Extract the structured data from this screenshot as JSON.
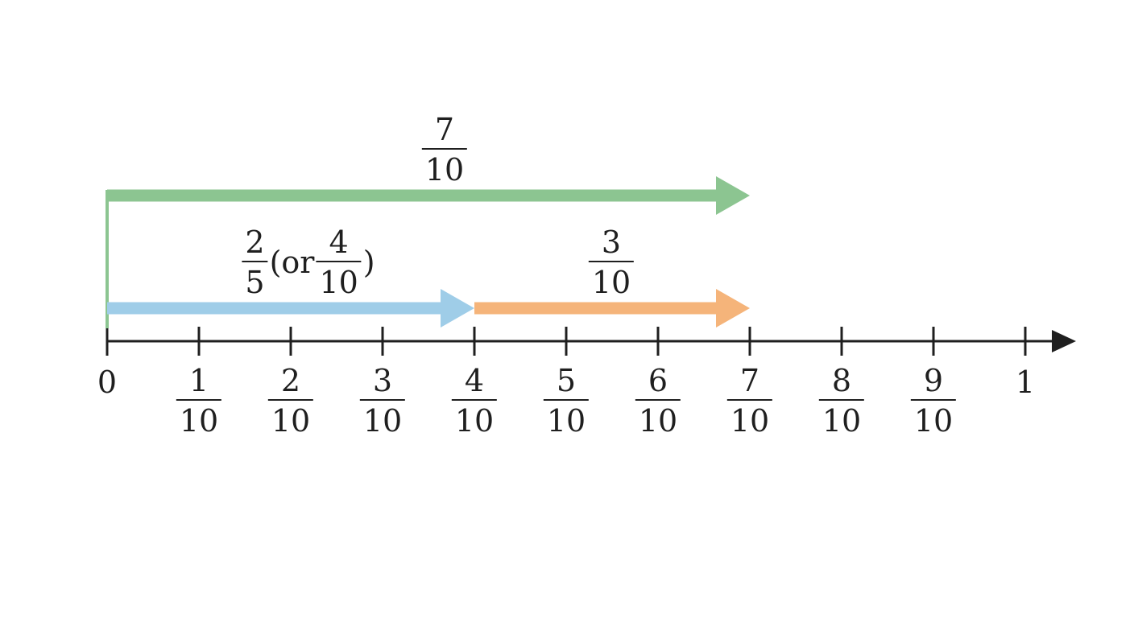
{
  "colors": {
    "axis": "#1f1f1f",
    "green": "#8cc591",
    "blue": "#9fcde8",
    "orange": "#f5b47a"
  },
  "number_line": {
    "start_label": "0",
    "end_label": "1",
    "ticks": [
      {
        "value": 0.1,
        "num": "1",
        "den": "10"
      },
      {
        "value": 0.2,
        "num": "2",
        "den": "10"
      },
      {
        "value": 0.3,
        "num": "3",
        "den": "10"
      },
      {
        "value": 0.4,
        "num": "4",
        "den": "10"
      },
      {
        "value": 0.5,
        "num": "5",
        "den": "10"
      },
      {
        "value": 0.6,
        "num": "6",
        "den": "10"
      },
      {
        "value": 0.7,
        "num": "7",
        "den": "10"
      },
      {
        "value": 0.8,
        "num": "8",
        "den": "10"
      },
      {
        "value": 0.9,
        "num": "9",
        "den": "10"
      }
    ]
  },
  "arrows": {
    "green": {
      "from": 0,
      "to": 0.7,
      "label_num": "7",
      "label_den": "10"
    },
    "blue": {
      "from": 0,
      "to": 0.4,
      "label_num": "2",
      "label_den": "5",
      "label_mid": "(or",
      "label_alt_num": "4",
      "label_alt_den": "10",
      "label_close": ")"
    },
    "orange": {
      "from": 0.4,
      "to": 0.7,
      "label_num": "3",
      "label_den": "10"
    }
  }
}
